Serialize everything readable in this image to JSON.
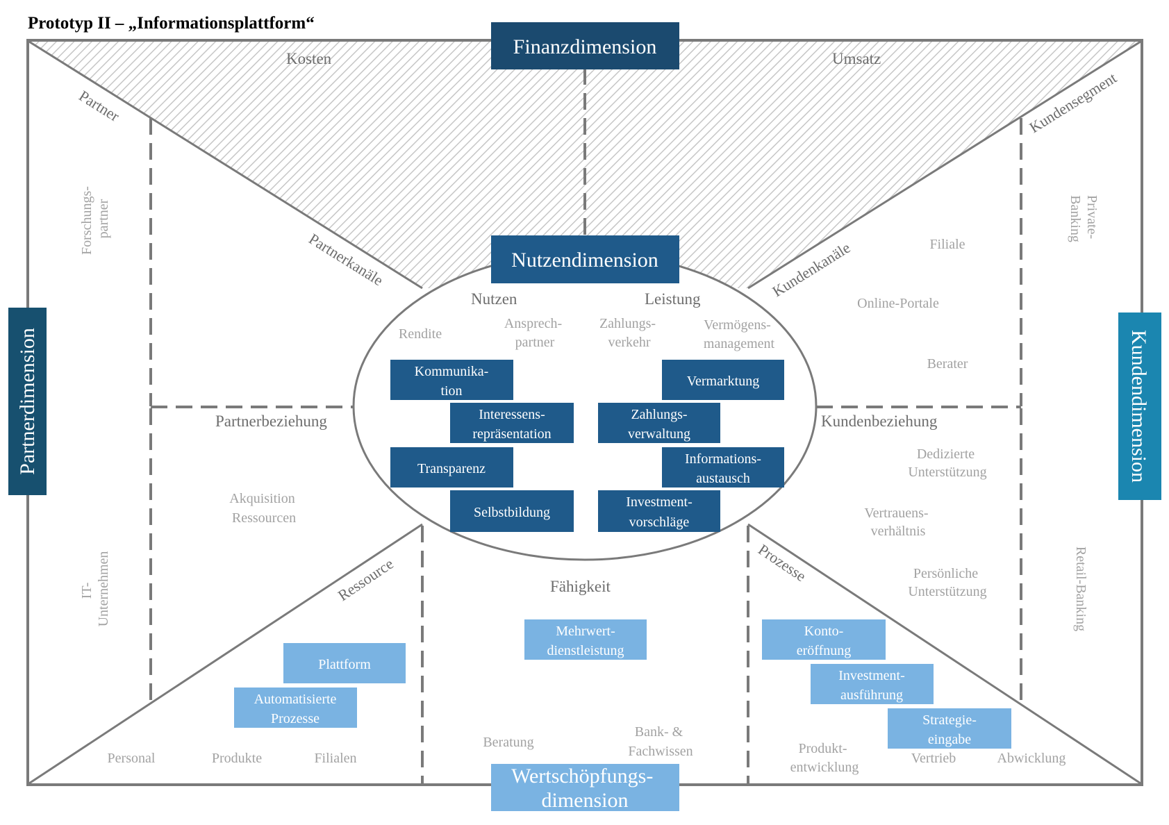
{
  "title": "Prototyp II – „Informationsplattform“",
  "colors": {
    "finance": "#1b4a6f",
    "value": "#1f5a8a",
    "partner": "#17506f",
    "customer": "#1b86b0",
    "creation": "#7ab3e2",
    "frame": "#7a7a7a",
    "label": "#6d6d6d",
    "item": "#a2a2a2",
    "hatch": "#c6c6c6"
  },
  "dimensions": {
    "finance": "Finanzdimension",
    "value": "Nutzendimension",
    "partner": "Partnerdimension",
    "customer": "Kundendimension",
    "creation": [
      "Wertschöpfungs-",
      "dimension"
    ]
  },
  "headers": {
    "kosten": "Kosten",
    "umsatz": "Umsatz",
    "partner": "Partner",
    "kundensegment": "Kundensegment",
    "partnerkanaele": "Partnerkanäle",
    "kundenkanaele": "Kundenkanäle",
    "partnerbeziehung": "Partnerbeziehung",
    "kundenbeziehung": "Kundenbeziehung",
    "ressource": "Ressource",
    "prozesse": "Prozesse",
    "faehigkeit": "Fähigkeit",
    "nutzen": "Nutzen",
    "leistung": "Leistung"
  },
  "items": {
    "forschungspartner": [
      "Forschungs-",
      "partner"
    ],
    "it_unternehmen": [
      "IT-",
      "Unternehmen"
    ],
    "private_banking": [
      "Private-",
      "Banking"
    ],
    "retail_banking": "Retail-Banking",
    "filiale": "Filiale",
    "online_portale": "Online-Portale",
    "berater": "Berater",
    "dedizierte": [
      "Dedizierte",
      "Unterstützung"
    ],
    "vertrauen": [
      "Vertrauens-",
      "verhältnis"
    ],
    "persoenliche": [
      "Persönliche",
      "Unterstützung"
    ],
    "akquisition": [
      "Akquisition",
      "Ressourcen"
    ],
    "rendite": "Rendite",
    "ansprechpartner": [
      "Ansprech-",
      "partner"
    ],
    "zahlungsverkehr": [
      "Zahlungs-",
      "verkehr"
    ],
    "vermoegensmanagement": [
      "Vermögens-",
      "management"
    ],
    "personal": "Personal",
    "produkte": "Produkte",
    "filialen": "Filialen",
    "beratung": "Beratung",
    "bankwissen": [
      "Bank- &",
      "Fachwissen"
    ],
    "produktentwicklung": [
      "Produkt-",
      "entwicklung"
    ],
    "vertrieb": "Vertrieb",
    "abwicklung": "Abwicklung"
  },
  "value_boxes": {
    "kommunikation": [
      "Kommunika-",
      "tion"
    ],
    "interessen": [
      "Interessens-",
      "repräsentation"
    ],
    "transparenz": "Transparenz",
    "selbstbildung": "Selbstbildung",
    "vermarktung": "Vermarktung",
    "zahlungsverwaltung": [
      "Zahlungs-",
      "verwaltung"
    ],
    "informationsaustausch": [
      "Informations-",
      "austausch"
    ],
    "investmentvorschlaege": [
      "Investment-",
      "vorschläge"
    ]
  },
  "creation_boxes": {
    "plattform": "Plattform",
    "automatisierte": [
      "Automatisierte",
      "Prozesse"
    ],
    "mehrwert": [
      "Mehrwert-",
      "dienstleistung"
    ],
    "kontoeroeffnung": [
      "Konto-",
      "eröffnung"
    ],
    "investmentausfuehrung": [
      "Investment-",
      "ausführung"
    ],
    "strategieeingabe": [
      "Strategie-",
      "eingabe"
    ]
  }
}
